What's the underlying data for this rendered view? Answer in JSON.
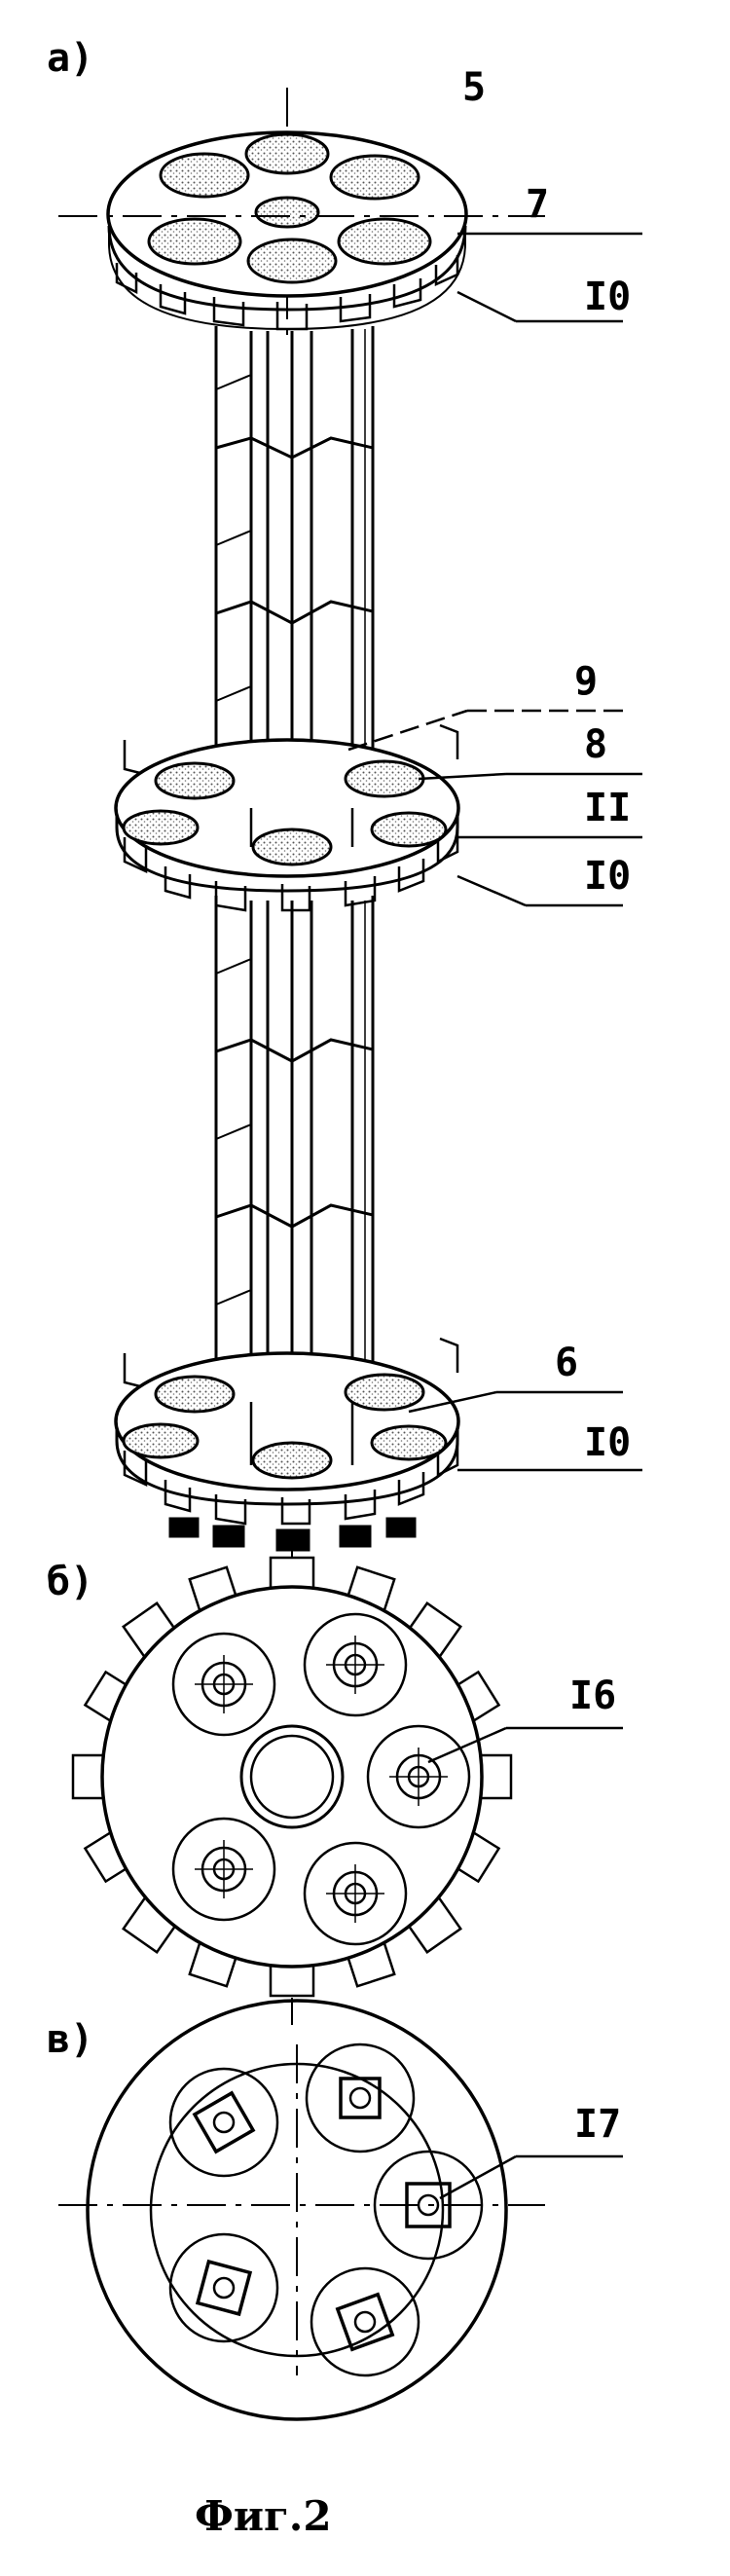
{
  "figure": {
    "caption": "Фиг.2",
    "views": [
      {
        "label": "а)"
      },
      {
        "label": "б)"
      },
      {
        "label": "в)"
      }
    ],
    "callouts": [
      {
        "text": "5"
      },
      {
        "text": "7"
      },
      {
        "text": "I0"
      },
      {
        "text": "9"
      },
      {
        "text": "8"
      },
      {
        "text": "II"
      },
      {
        "text": "I0"
      },
      {
        "text": "6"
      },
      {
        "text": "I0"
      },
      {
        "text": "I6"
      },
      {
        "text": "I7"
      }
    ]
  }
}
